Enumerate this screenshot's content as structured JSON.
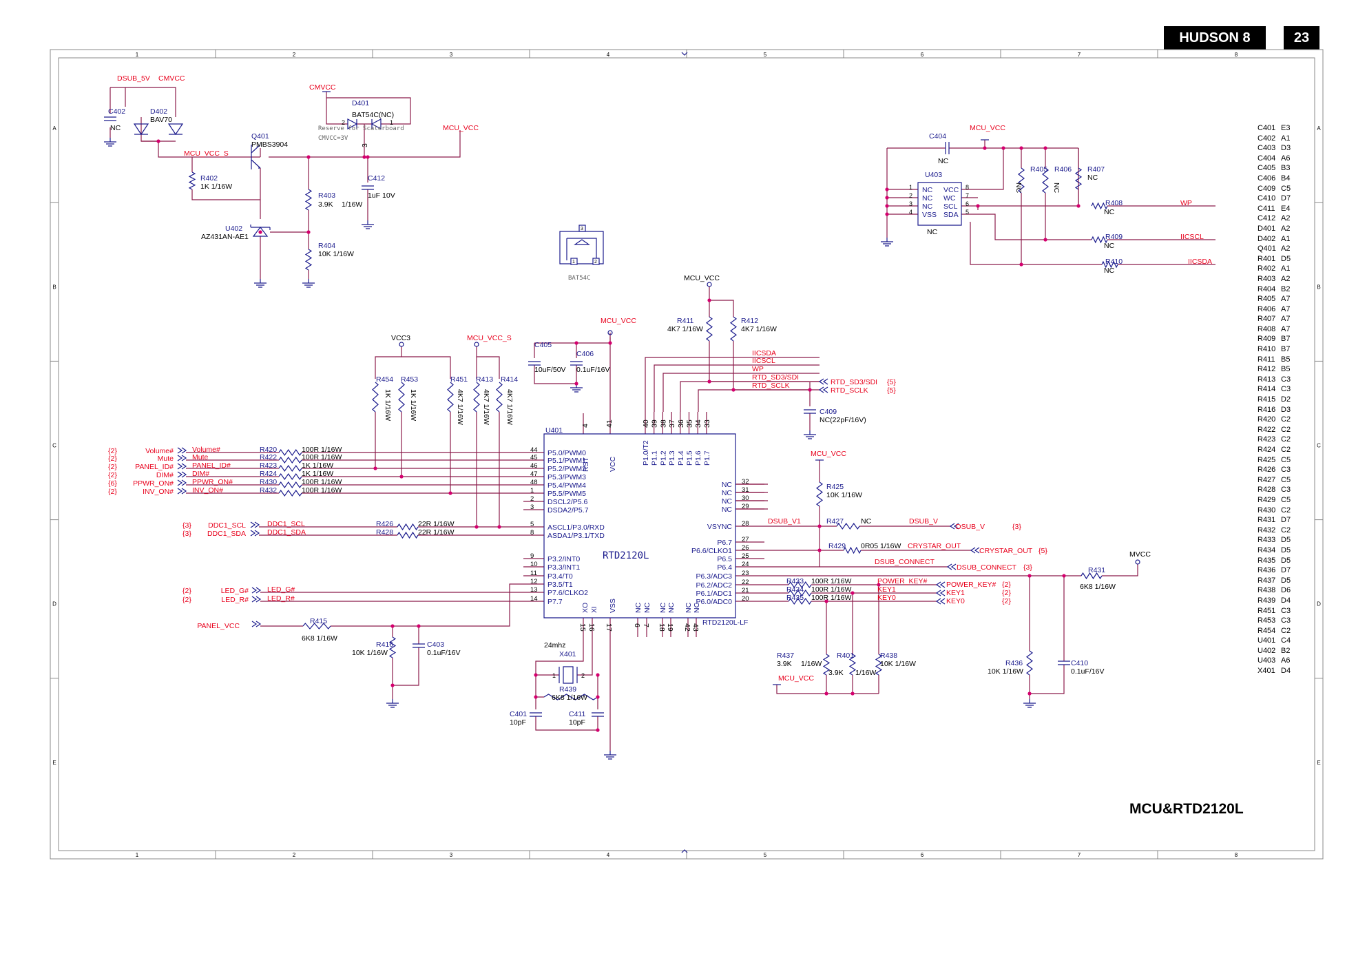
{
  "header": {
    "title": "HUDSON 8",
    "page": "23"
  },
  "sheet_title": "MCU&RTD2120L",
  "grid": {
    "cols": [
      "1",
      "2",
      "3",
      "4",
      "5",
      "6",
      "7",
      "8"
    ],
    "rows": [
      "A",
      "B",
      "C",
      "D",
      "E"
    ]
  },
  "power_section": {
    "dsub_5v": "DSUB_5V",
    "cmvcc": "CMVCC",
    "cmvcc2": "CMVCC",
    "mcu_vcc": "MCU_VCC",
    "mcu_vcc_s": "MCU_VCC_S",
    "c402": "C402",
    "c402_val": "NC",
    "d402": "D402",
    "d402_val": "BAV70",
    "d401": "D401",
    "d401_val": "BAT54C(NC)",
    "d401_note": "Reserve for Scalerboard",
    "d401_note2": "CMVCC=3V",
    "d401_p1": "1",
    "d401_p2": "2",
    "d401_p3": "3",
    "q401": "Q401",
    "q401_val": "PMBS3904",
    "r402": "R402",
    "r402_val": "1K 1/16W",
    "r403": "R403",
    "r403_val": "3.9K",
    "r403_val2": "1/16W",
    "c412": "C412",
    "c412_val": "1uF 10V",
    "r404": "R404",
    "r404_val": "10K 1/16W",
    "u402": "U402",
    "u402_val": "AZ431AN-AE1",
    "bat54c": "BAT54C",
    "bat_p1": "1",
    "bat_p2": "2",
    "bat_p3": "3"
  },
  "eeprom_section": {
    "mcu_vcc": "MCU_VCC",
    "c404": "C404",
    "c404_val": "NC",
    "u403": "U403",
    "u403_val": "NC",
    "pins_left": [
      "NC",
      "NC",
      "NC",
      "VSS"
    ],
    "pins_right": [
      "VCC",
      "WC",
      "SCL",
      "SDA"
    ],
    "pin_nums_left": [
      "1",
      "2",
      "3",
      "4"
    ],
    "pin_nums_right": [
      "8",
      "7",
      "6",
      "5"
    ],
    "r405": "R405",
    "r405_val": "NC",
    "r406": "R406",
    "r406_val": "NC",
    "r407": "R407",
    "r407_val": "NC",
    "r408": "R408",
    "r408_val": "NC",
    "wp": "WP",
    "r409": "R409",
    "r409_val": "NC",
    "iicscl": "IICSCL",
    "r410": "R410",
    "r410_val": "NC",
    "iicsda": "IICSDA"
  },
  "mcu_section": {
    "vcc3": "VCC3",
    "mcu_vcc_s": "MCU_VCC_S",
    "mcu_vcc": "MCU_VCC",
    "mcu_vcc2": "MCU_VCC",
    "c405": "C405",
    "c405_val": "10uF/50V",
    "c406": "C406",
    "c406_val": "0.1uF/16V",
    "r411": "R411",
    "r411_val": "4K7 1/16W",
    "r412": "R412",
    "r412_val": "4K7 1/16W",
    "r454": "R454",
    "r454_val": "1K 1/16W",
    "r453": "R453",
    "r453_val": "1K 1/16W",
    "r451": "R451",
    "r451_val": "4K7 1/16W",
    "r413": "R413",
    "r413_val": "4K7 1/16W",
    "r414": "R414",
    "r414_val": "4K7 1/16W",
    "u401": "U401",
    "chip_name": "RTD2120L",
    "chip_part": "RTD2120L-LF",
    "rst": "RST",
    "vcc_pin": "VCC",
    "vss_pin": "VSS",
    "xo": "XO",
    "xi": "XI",
    "top_pins": [
      "P1.0/T2",
      "P1.1",
      "P1.2",
      "P1.3",
      "P1.4",
      "P1.5",
      "P1.6",
      "P1.7"
    ],
    "top_nums": [
      "40",
      "39",
      "38",
      "37",
      "36",
      "35",
      "34",
      "33"
    ],
    "left_pins": [
      "P5.0/PWM0",
      "P5.1/PWM1",
      "P5.2/PWM2",
      "P5.3/PWM3",
      "P5.4/PWM4",
      "P5.5/PWM5",
      "DSCL2/P5.6",
      "DSDA2/P5.7",
      "ASCL1/P3.0/RXD",
      "ASDA1/P3.1/TXD",
      "P3.2/INT0",
      "P3.3/INT1",
      "P3.4/T0",
      "P3.5/T1",
      "P7.6/CLKO2",
      "P7.7"
    ],
    "left_nums": [
      "44",
      "45",
      "46",
      "47",
      "48",
      "1",
      "2",
      "3",
      "5",
      "8",
      "9",
      "10",
      "11",
      "12",
      "13",
      "14"
    ],
    "right_pins": [
      "NC",
      "NC",
      "NC",
      "NC",
      "VSYNC",
      "P6.7",
      "P6.6/CLKO1",
      "P6.5",
      "P6.4",
      "P6.3/ADC3",
      "P6.2/ADC2",
      "P6.1/ADC1",
      "P6.0/ADC0"
    ],
    "right_nums": [
      "32",
      "31",
      "30",
      "29",
      "28",
      "27",
      "26",
      "25",
      "24",
      "23",
      "22",
      "21",
      "20"
    ],
    "bottom_nc": [
      "NC",
      "NC",
      "NC",
      "NC",
      "NC",
      "NC"
    ],
    "bottom_nums": [
      "6",
      "7",
      "18",
      "19",
      "42",
      "43"
    ],
    "pin4": "4",
    "pin41": "41",
    "pin15": "15",
    "pin16": "16",
    "pin17": "17",
    "iic_nets": [
      "IICSDA",
      "IICSCL",
      "WP",
      "RTD_SD3/SDI",
      "RTD_SCLK"
    ],
    "rtd_sd3": "RTD_SD3/SDI",
    "rtd_sclk": "RTD_SCLK",
    "ref5": "{5}",
    "ref5b": "{5}",
    "c409": "C409",
    "c409_val": "NC(22pF/16V)",
    "inputs": [
      {
        "ref": "{2}",
        "port": "Volume#",
        "net": "Volume#",
        "r": "R420",
        "val": "100R 1/16W"
      },
      {
        "ref": "{2}",
        "port": "Mute",
        "net": "Mute",
        "r": "R422",
        "val": "100R 1/16W"
      },
      {
        "ref": "{2}",
        "port": "PANEL_ID#",
        "net": "PANEL_ID#",
        "r": "R423",
        "val": "1K 1/16W"
      },
      {
        "ref": "{2}",
        "port": "DIM#",
        "net": "DIM#",
        "r": "R424",
        "val": "1K 1/16W"
      },
      {
        "ref": "{6}",
        "port": "PPWR_ON#",
        "net": "PPWR_ON#",
        "r": "R430",
        "val": "100R 1/16W"
      },
      {
        "ref": "{2}",
        "port": "INV_ON#",
        "net": "INV_ON#",
        "r": "R432",
        "val": "100R 1/16W"
      }
    ],
    "ddc": [
      {
        "ref": "{3}",
        "port": "DDC1_SCL",
        "net": "DDC1_SCL",
        "r": "R426",
        "val": "22R 1/16W"
      },
      {
        "ref": "{3}",
        "port": "DDC1_SDA",
        "net": "DDC1_SDA",
        "r": "R428",
        "val": "22R 1/16W"
      }
    ],
    "leds": [
      {
        "ref": "{2}",
        "port": "LED_G#",
        "net": "LED_G#"
      },
      {
        "ref": "{2}",
        "port": "LED_R#",
        "net": "LED_R#"
      }
    ],
    "panel_vcc": "PANEL_VCC",
    "r415": "R415",
    "r415_val": "6K8 1/16W",
    "r416": "R416",
    "r416_val": "10K 1/16W",
    "c403": "C403",
    "c403_val": "0.1uF/16V",
    "xtal_freq": "24mhz",
    "x401": "X401",
    "x_p1": "1",
    "x_p2": "2",
    "r439": "R439",
    "r439_val": "6K8 1/16W",
    "c401": "C401",
    "c401_val": "10pF",
    "c411": "C411",
    "c411_val": "10pF",
    "mcu_vcc_r425": "MCU_VCC",
    "r425": "R425",
    "r425_val": "10K 1/16W",
    "dsub_v1": "DSUB_V1",
    "r427": "R427",
    "r427_val": "NC",
    "dsub_v": "DSUB_V",
    "dsub_v_port": "DSUB_V",
    "ref3a": "{3}",
    "r429": "R429",
    "r429_val": "0R05 1/16W",
    "crystar_out": "CRYSTAR_OUT",
    "crystar_port": "CRYSTAR_OUT",
    "ref5c": "{5}",
    "dsub_connect": "DSUB_CONNECT",
    "dsub_connect_port": "DSUB_CONNECT",
    "ref3b": "{3}",
    "keys": [
      {
        "r": "R433",
        "val": "100R 1/16W",
        "net": "POWER_KEY#",
        "port": "POWER_KEY#",
        "ref": "{2}"
      },
      {
        "r": "R434",
        "val": "100R 1/16W",
        "net": "KEY1",
        "port": "KEY1",
        "ref": "{2}"
      },
      {
        "r": "R435",
        "val": "100R 1/16W",
        "net": "KEY0",
        "port": "KEY0",
        "ref": "{2}"
      }
    ],
    "r437": "R437",
    "r437_val": "3.9K",
    "r437_val2": "1/16W",
    "r401": "R401",
    "r401_val": "3.9K",
    "r401_val2": "1/16W",
    "r438": "R438",
    "r438_val": "10K 1/16W",
    "mcu_vcc3": "MCU_VCC",
    "mvcc": "MVCC",
    "r431": "R431",
    "r431_val": "6K8 1/16W",
    "r436": "R436",
    "r436_val": "10K 1/16W",
    "c410": "C410",
    "c410_val": "0.1uF/16V"
  },
  "ref_list": [
    [
      "C401",
      "E3"
    ],
    [
      "C402",
      "A1"
    ],
    [
      "C403",
      "D3"
    ],
    [
      "C404",
      "A6"
    ],
    [
      "C405",
      "B3"
    ],
    [
      "C406",
      "B4"
    ],
    [
      "C409",
      "C5"
    ],
    [
      "C410",
      "D7"
    ],
    [
      "C411",
      "E4"
    ],
    [
      "C412",
      "A2"
    ],
    [
      "D401",
      "A2"
    ],
    [
      "D402",
      "A1"
    ],
    [
      "Q401",
      "A2"
    ],
    [
      "R401",
      "D5"
    ],
    [
      "R402",
      "A1"
    ],
    [
      "R403",
      "A2"
    ],
    [
      "R404",
      "B2"
    ],
    [
      "R405",
      "A7"
    ],
    [
      "R406",
      "A7"
    ],
    [
      "R407",
      "A7"
    ],
    [
      "R408",
      "A7"
    ],
    [
      "R409",
      "B7"
    ],
    [
      "R410",
      "B7"
    ],
    [
      "R411",
      "B5"
    ],
    [
      "R412",
      "B5"
    ],
    [
      "R413",
      "C3"
    ],
    [
      "R414",
      "C3"
    ],
    [
      "R415",
      "D2"
    ],
    [
      "R416",
      "D3"
    ],
    [
      "R420",
      "C2"
    ],
    [
      "R422",
      "C2"
    ],
    [
      "R423",
      "C2"
    ],
    [
      "R424",
      "C2"
    ],
    [
      "R425",
      "C5"
    ],
    [
      "R426",
      "C3"
    ],
    [
      "R427",
      "C5"
    ],
    [
      "R428",
      "C3"
    ],
    [
      "R429",
      "C5"
    ],
    [
      "R430",
      "C2"
    ],
    [
      "R431",
      "D7"
    ],
    [
      "R432",
      "C2"
    ],
    [
      "R433",
      "D5"
    ],
    [
      "R434",
      "D5"
    ],
    [
      "R435",
      "D5"
    ],
    [
      "R436",
      "D7"
    ],
    [
      "R437",
      "D5"
    ],
    [
      "R438",
      "D6"
    ],
    [
      "R439",
      "D4"
    ],
    [
      "R451",
      "C3"
    ],
    [
      "R453",
      "C3"
    ],
    [
      "R454",
      "C2"
    ],
    [
      "U401",
      "C4"
    ],
    [
      "U402",
      "B2"
    ],
    [
      "U403",
      "A6"
    ],
    [
      "X401",
      "D4"
    ]
  ],
  "colors": {
    "wire": "#8b1a4a",
    "net": "#e8001c",
    "part": "#1a1a8c",
    "frame": "#888888"
  }
}
